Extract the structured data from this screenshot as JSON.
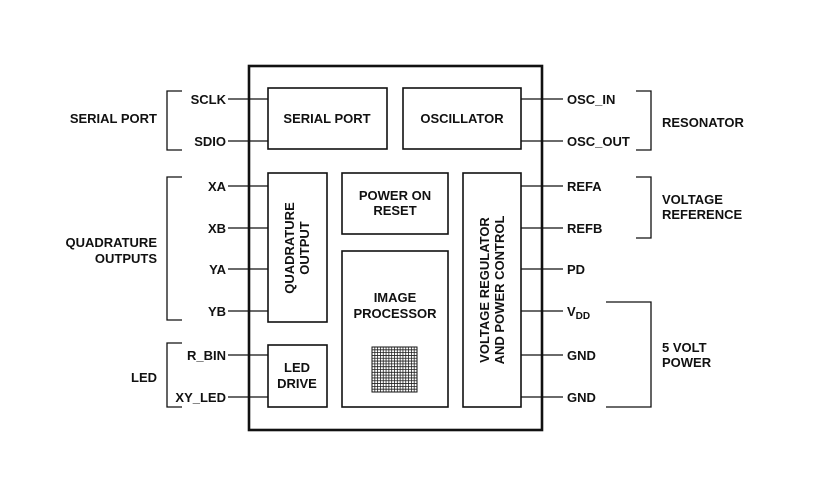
{
  "groups": {
    "serial_port": "SERIAL PORT",
    "quadrature_outputs": [
      "QUADRATURE",
      "OUTPUTS"
    ],
    "led": "LED",
    "resonator": "RESONATOR",
    "voltage_reference": [
      "VOLTAGE",
      "REFERENCE"
    ],
    "five_volt_power": [
      "5 VOLT",
      "POWER"
    ]
  },
  "pins": {
    "left": [
      "SCLK",
      "SDIO",
      "XA",
      "XB",
      "YA",
      "YB",
      "R_BIN",
      "XY_LED"
    ],
    "right": [
      "OSC_IN",
      "OSC_OUT",
      "REFA",
      "REFB",
      "PD",
      "V",
      "GND",
      "GND"
    ],
    "vdd_subscript": "DD"
  },
  "blocks": {
    "serial_port": "SERIAL PORT",
    "oscillator": "OSCILLATOR",
    "quadrature_output": [
      "QUADRATURE",
      "OUTPUT"
    ],
    "power_on_reset": [
      "POWER ON",
      "RESET"
    ],
    "image_processor": [
      "IMAGE",
      "PROCESSOR"
    ],
    "led_drive": [
      "LED",
      "DRIVE"
    ],
    "voltage_regulator": [
      "VOLTAGE REGULATOR",
      "AND POWER CONTROL"
    ]
  }
}
